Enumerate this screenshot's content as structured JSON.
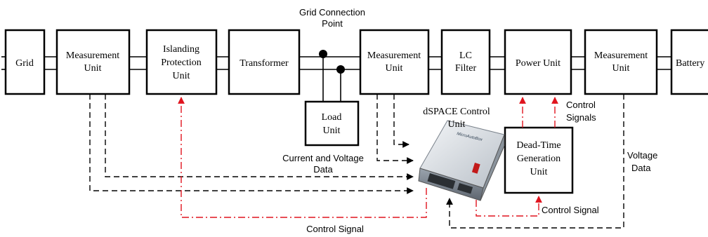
{
  "blocks": {
    "grid": [
      "Grid"
    ],
    "measurement_unit_1": [
      "Measurement",
      "Unit"
    ],
    "islanding_protection_unit": [
      "Islanding",
      "Protection",
      "Unit"
    ],
    "transformer": [
      "Transformer"
    ],
    "measurement_unit_2": [
      "Measurement",
      "Unit"
    ],
    "lc_filter": [
      "LC",
      "Filter"
    ],
    "power_unit": [
      "Power Unit"
    ],
    "measurement_unit_3": [
      "Measurement",
      "Unit"
    ],
    "battery": [
      "Battery"
    ],
    "load_unit": [
      "Load",
      "Unit"
    ],
    "dead_time_generation_unit": [
      "Dead-Time",
      "Generation",
      "Unit"
    ]
  },
  "labels": {
    "grid_connection_point": [
      "Grid Connection",
      "Point"
    ],
    "dspace_control_unit": [
      "dSPACE Control",
      "Unit"
    ],
    "current_voltage_data": [
      "Current and Voltage",
      "Data"
    ],
    "control_signals": [
      "Control",
      "Signals"
    ],
    "voltage_data": [
      "Voltage",
      "Data"
    ],
    "control_signal_right": "Control Signal",
    "control_signal_bottom": "Control Signal"
  },
  "device": {
    "brand_text": "MicroAutoBox"
  },
  "colors": {
    "measurement_lines": "#000000",
    "control_lines": "#e0141e"
  }
}
